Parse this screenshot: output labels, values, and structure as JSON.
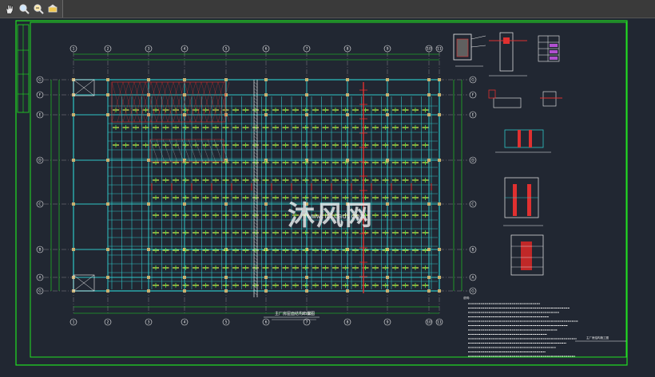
{
  "toolbar": {
    "buttons": [
      {
        "icon": "pan-hand-icon"
      },
      {
        "icon": "zoom-window-icon"
      },
      {
        "icon": "zoom-extents-icon"
      },
      {
        "icon": "orbit-icon"
      }
    ]
  },
  "drawing": {
    "grid_numbers": [
      "1",
      "2",
      "3",
      "4",
      "5",
      "6",
      "7",
      "8",
      "9",
      "10",
      "11"
    ],
    "grid_letters": [
      "G",
      "F",
      "E",
      "D",
      "C",
      "B",
      "A"
    ],
    "plan_title": "主厂房屋面结构布置图",
    "plan_scale": "1:100",
    "title_block_text": "主厂房结构施工图",
    "watermark": "沐风网",
    "watermark_url": "www.mfcad.com",
    "notes_heading": "说明：",
    "colors": {
      "frame": "#21e021",
      "grid": "#a0a0a0",
      "beam": "#2ec6c6",
      "rebar": "#e8f050",
      "red": "#e03030",
      "white": "#f0f0f0"
    }
  }
}
